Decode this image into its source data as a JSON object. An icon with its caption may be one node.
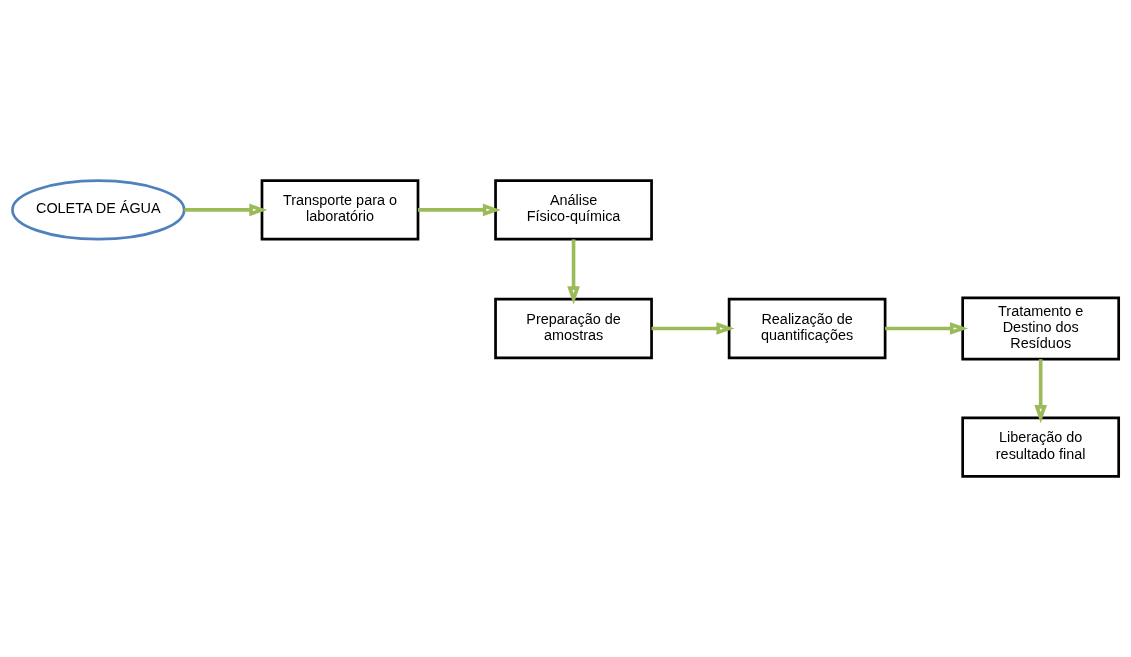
{
  "diagram": {
    "nodes": [
      {
        "text": [
          "COLETA DE ÁGUA"
        ]
      },
      {
        "text": [
          "Transporte para o laboratório"
        ]
      },
      {
        "text": [
          "Análise Físico-química"
        ]
      },
      {
        "text": [
          "Preparação de amostras"
        ]
      },
      {
        "text": [
          "Realização de quantificações"
        ]
      },
      {
        "text": [
          "Tratamento e Destino dos Resíduos"
        ]
      },
      {
        "text": [
          "Liberação do resultado final"
        ]
      }
    ],
    "edges": [
      {
        "from": 0,
        "to": 1,
        "arrow": "to"
      },
      {
        "from": 1,
        "to": 2,
        "arrow": "to"
      },
      {
        "from": 2,
        "to": 3,
        "arrow": "to"
      },
      {
        "from": 3,
        "to": 4,
        "arrow": "to"
      },
      {
        "from": 4,
        "to": 5,
        "arrow": "to"
      },
      {
        "from": 5,
        "to": 6,
        "arrow": "to"
      }
    ]
  }
}
